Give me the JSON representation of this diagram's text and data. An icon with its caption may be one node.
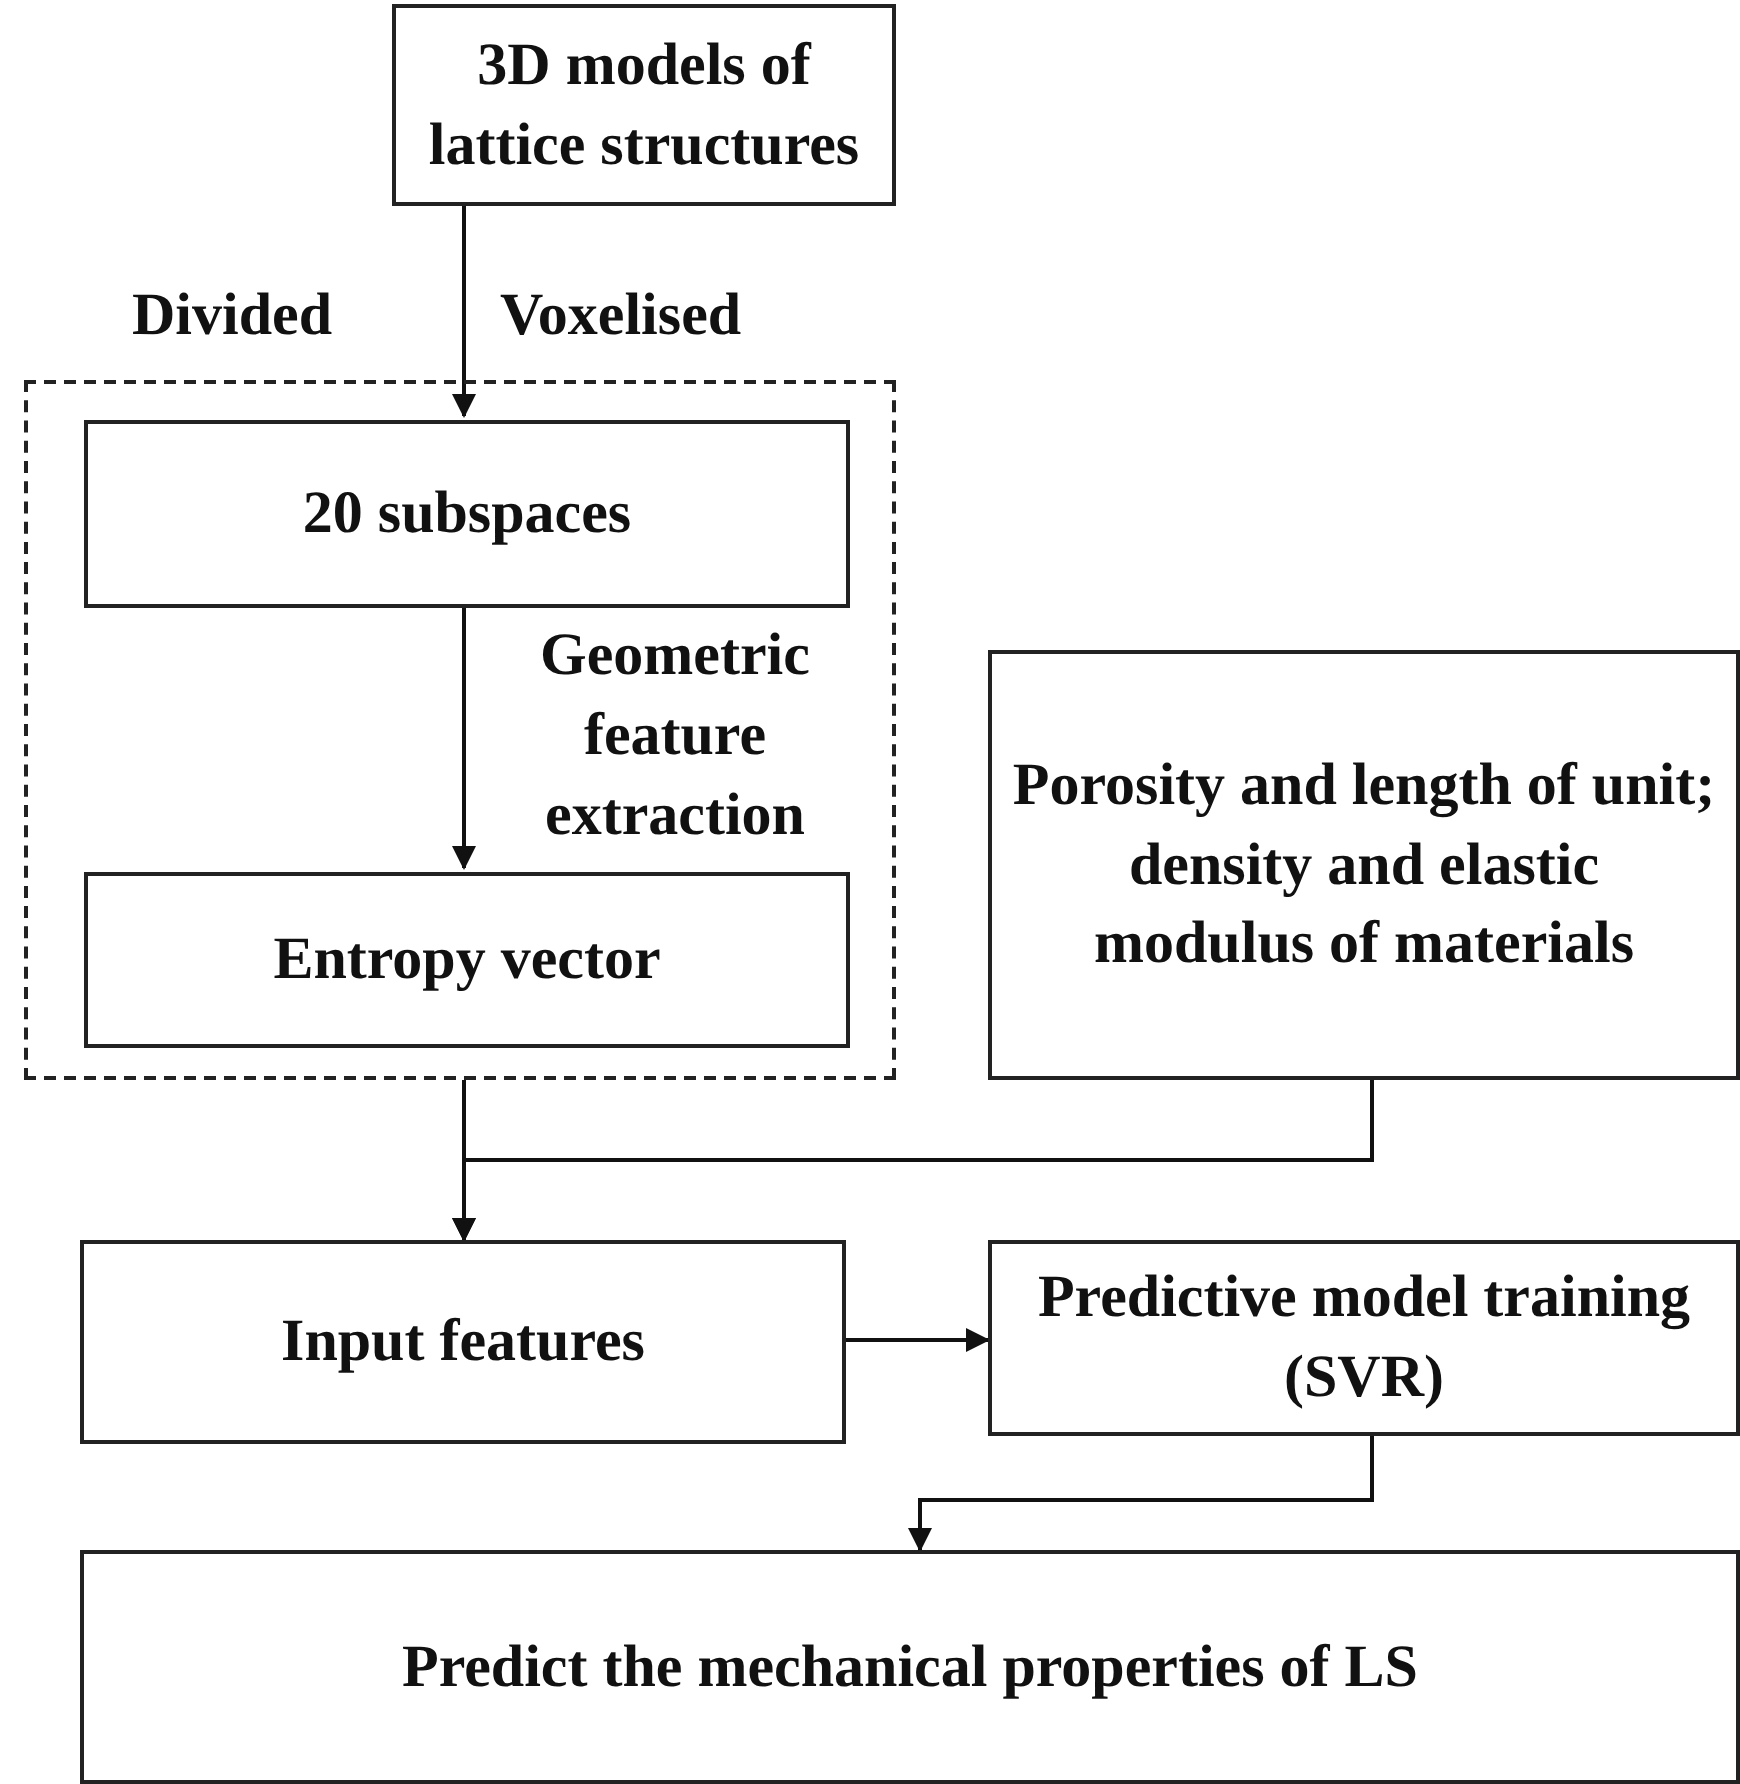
{
  "diagram": {
    "nodes": [
      {
        "text": [
          "3D models of lattice structures"
        ]
      },
      {
        "text": [],
        "shape": "box"
      },
      {
        "text": [
          "20 subspaces"
        ],
        "in": 1
      },
      {
        "text": [
          "Entropy vector"
        ],
        "in": 1
      },
      {
        "text": [
          "Porosity and length of unit; density and elastic modulus of materials"
        ]
      },
      {
        "text": [
          "Input features"
        ]
      },
      {
        "text": [
          "Predictive model training (SVR)"
        ]
      },
      {
        "text": [
          "Predict the mechanical properties of LS"
        ]
      }
    ],
    "edges": [
      {
        "from": 0,
        "to": 2,
        "arrow": "to"
      },
      {
        "from": 2,
        "to": 3,
        "arrow": "to",
        "label": "Geometric feature extraction"
      },
      {
        "from": 1,
        "to": 5,
        "arrow": "to"
      },
      {
        "from": 4,
        "to": 5,
        "arrow": "to"
      },
      {
        "from": 5,
        "to": 6,
        "arrow": "to"
      },
      {
        "from": 6,
        "to": 7,
        "arrow": "to"
      }
    ],
    "labels": [
      "Divided",
      "Voxelised"
    ]
  }
}
